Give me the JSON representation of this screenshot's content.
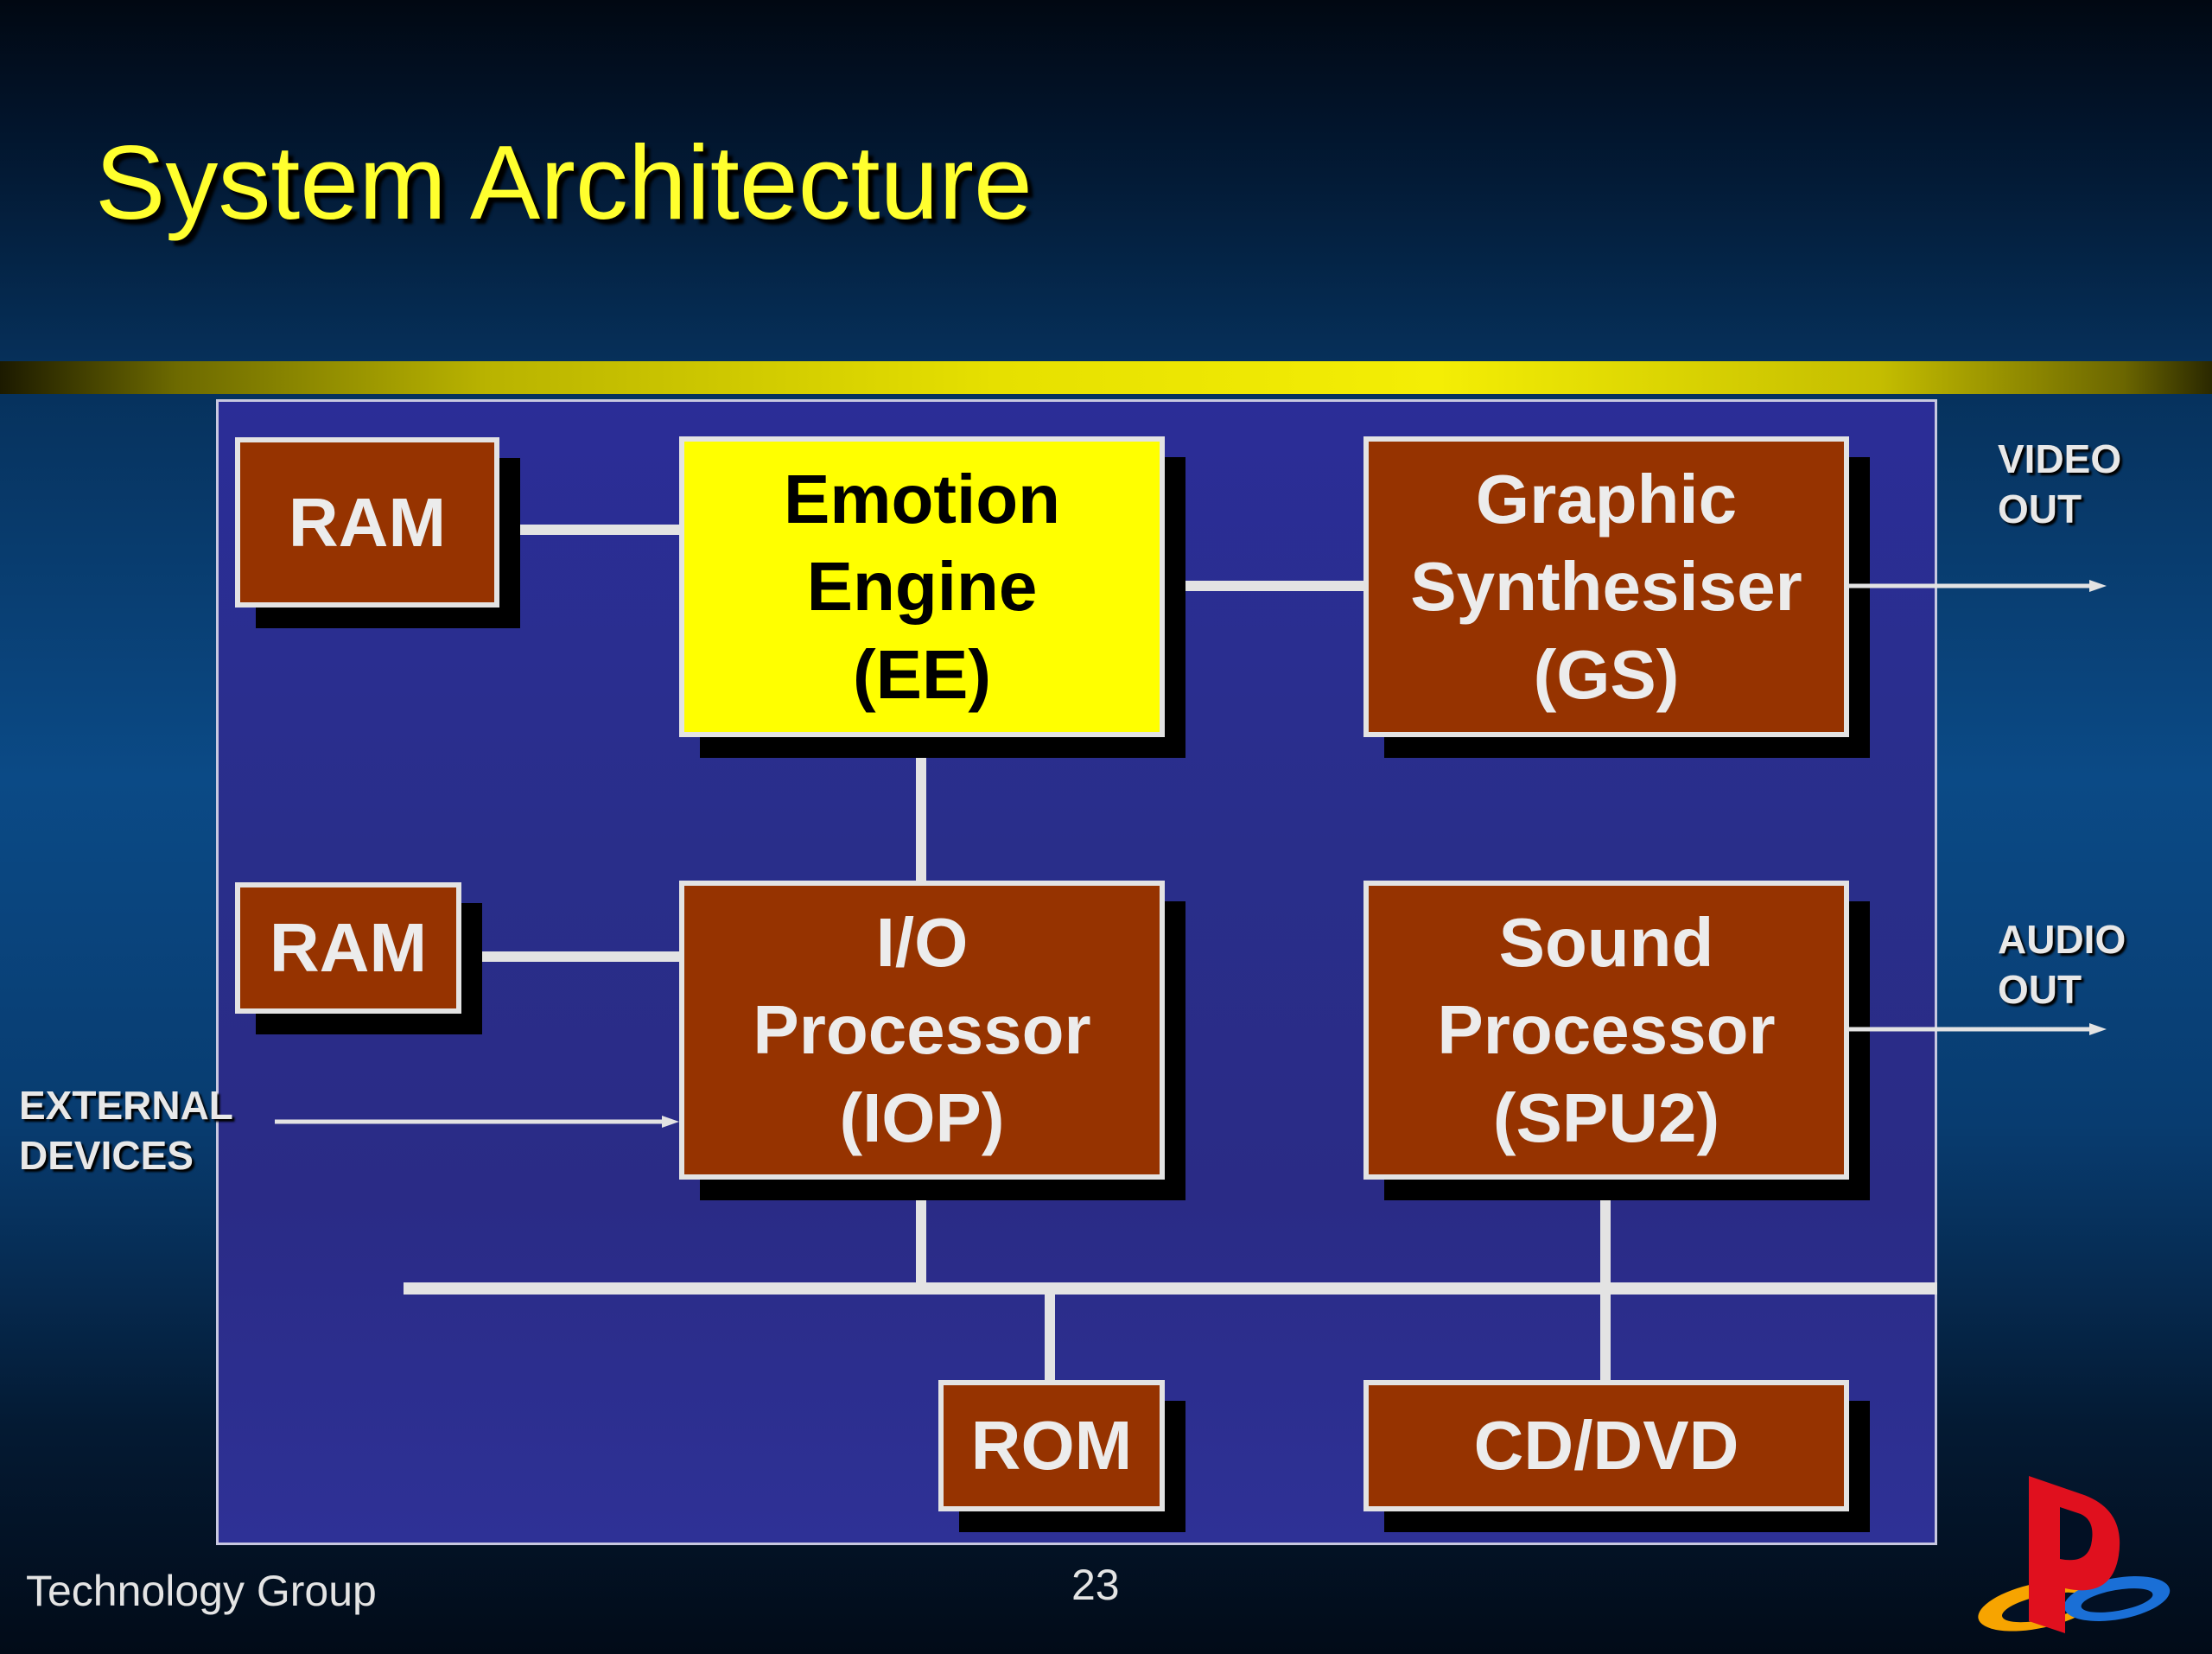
{
  "slide": {
    "title": "System Architecture",
    "footer_left": "Technology Group",
    "page_number": "23"
  },
  "diagram": {
    "blocks": {
      "ram_top": [
        "RAM"
      ],
      "ee": [
        "Emotion",
        "Engine",
        "(EE)"
      ],
      "gs": [
        "Graphic",
        "Synthesiser",
        "(GS)"
      ],
      "ram_bottom": [
        "RAM"
      ],
      "iop": [
        "I/O",
        "Processor",
        "(IOP)"
      ],
      "spu": [
        "Sound",
        "Processor",
        "(SPU2)"
      ],
      "rom": [
        "ROM"
      ],
      "cddvd": [
        "CD/DVD"
      ]
    },
    "external_labels": {
      "video_out": [
        "VIDEO",
        "OUT"
      ],
      "audio_out": [
        "AUDIO",
        "OUT"
      ],
      "external_devices": [
        "EXTERNAL",
        "DEVICES"
      ]
    }
  },
  "colors": {
    "title": "#ffff2e",
    "block_fill": "#963300",
    "ee_fill": "#ffff00",
    "panel": "#2b2d97"
  }
}
